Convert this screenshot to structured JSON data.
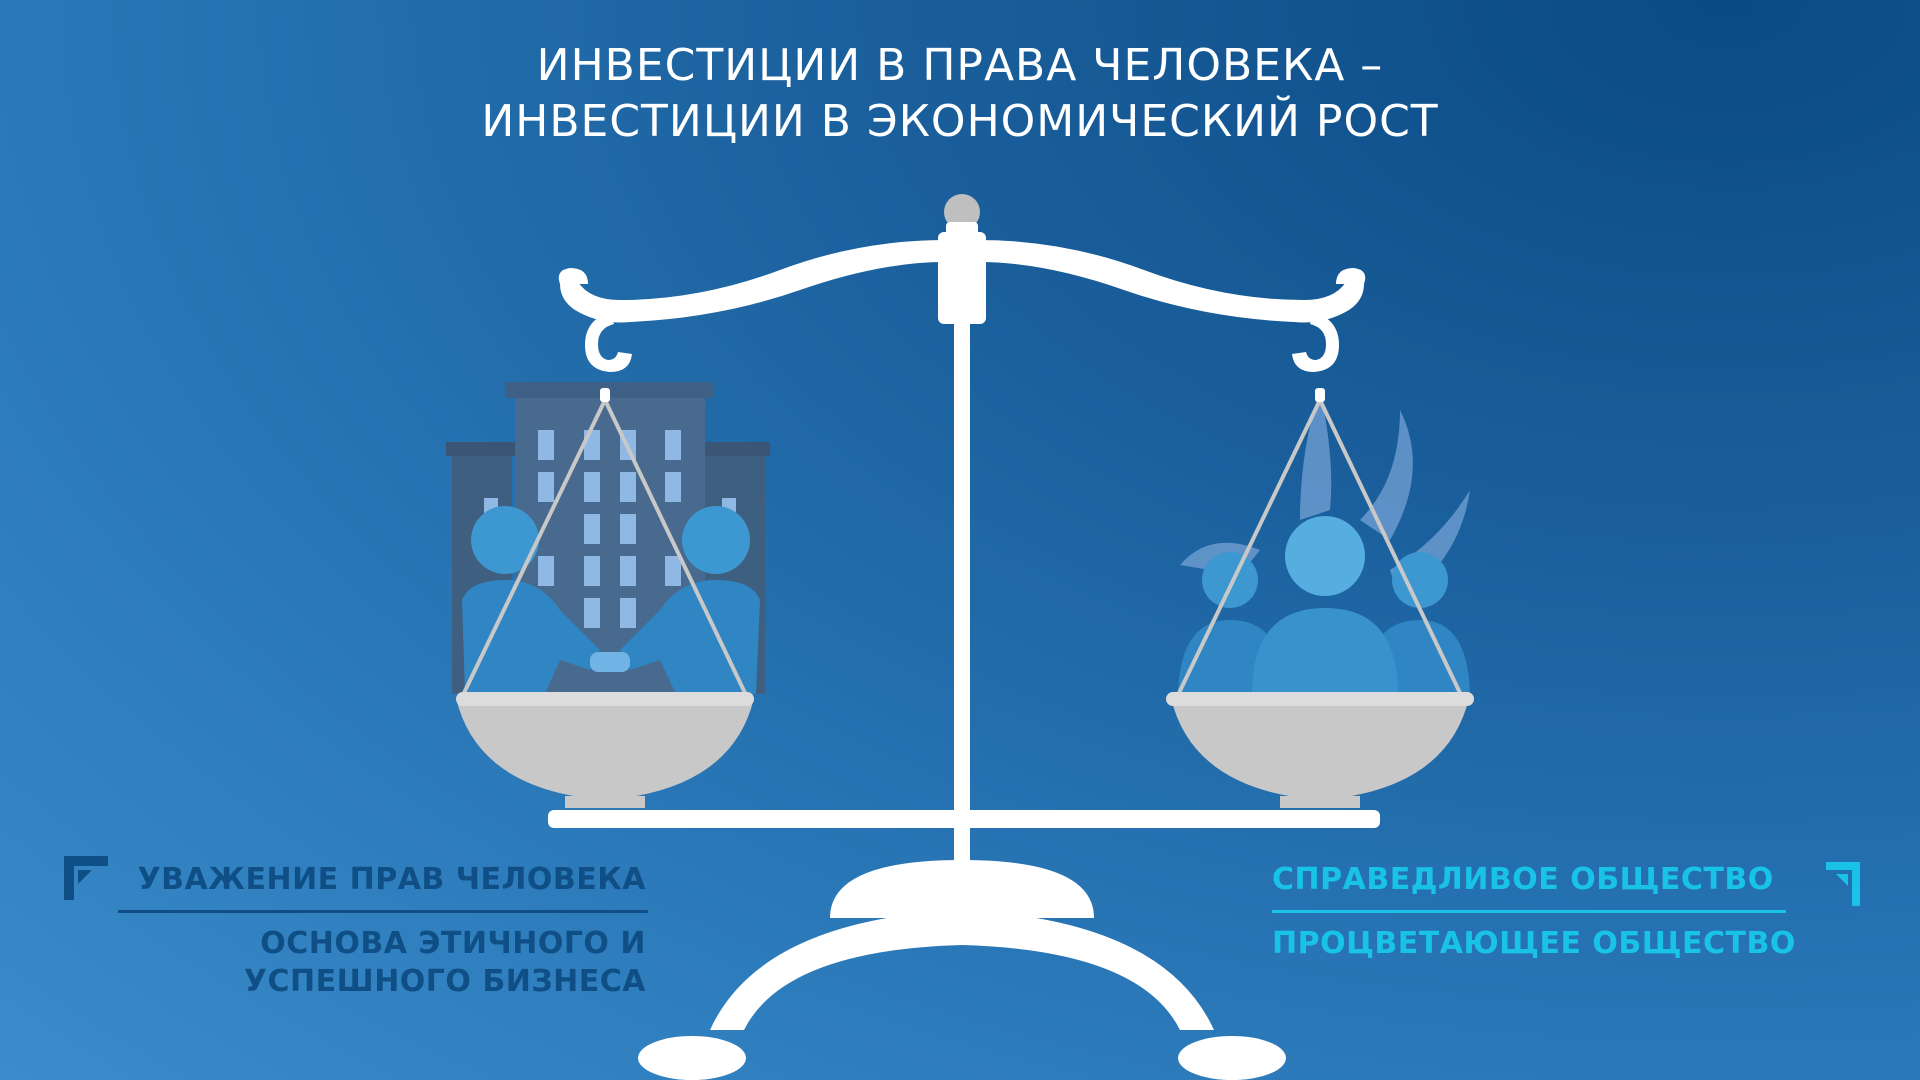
{
  "title": {
    "line1": "ИНВЕСТИЦИИ В ПРАВА ЧЕЛОВЕКА –",
    "line2": "ИНВЕСТИЦИИ В ЭКОНОМИЧЕСКИЙ РОСТ"
  },
  "left": {
    "heading": "УВАЖЕНИЕ ПРАВ ЧЕЛОВЕКА",
    "sub_line1": "ОСНОВА ЭТИЧНОГО И",
    "sub_line2": "УСПЕШНОГО БИЗНЕСА"
  },
  "right": {
    "heading": "СПРАВЕДЛИВОЕ ОБЩЕСТВО",
    "sub": "ПРОЦВЕТАЮЩЕЕ ОБЩЕСТВО"
  },
  "colors": {
    "background_dark": "#0a4a85",
    "background_light": "#3a8ccb",
    "left_text": "#0f4f86",
    "right_text": "#19c3e8",
    "scale": "#ffffff",
    "pan": "#c8c8c8"
  },
  "icons": {
    "scale": "balance-scale-icon",
    "left_pan_content": "business-handshake-buildings-icon",
    "right_pan_content": "people-group-icon"
  }
}
